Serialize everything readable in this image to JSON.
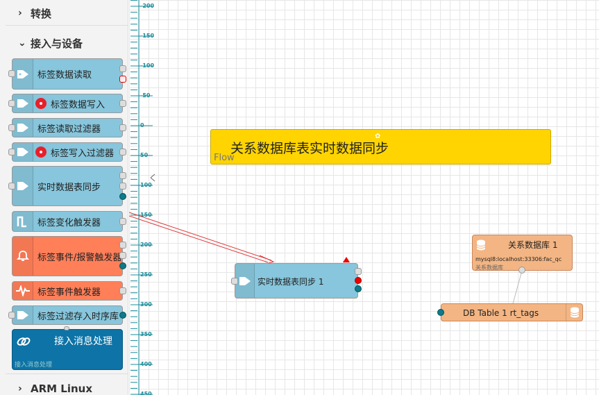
{
  "palette": {
    "categories": [
      {
        "label": "转换",
        "chevron": "chevron-right-icon"
      },
      {
        "label": "接入与设备",
        "chevron": "chevron-down-icon"
      },
      {
        "label": "ARM Linux",
        "chevron": "chevron-right-icon"
      }
    ],
    "nodes": [
      {
        "label": "标签数据读取"
      },
      {
        "label": "标签数据写入"
      },
      {
        "label": "标签读取过滤器"
      },
      {
        "label": "标签写入过滤器"
      },
      {
        "label": "实时数据表同步"
      },
      {
        "label": "标签变化触发器"
      },
      {
        "label": "标签事件/报警触发器"
      },
      {
        "label": "标签事件触发器"
      },
      {
        "label": "标签过滤存入时序库"
      },
      {
        "label": "接入消息处理",
        "sub": "接入消息处理"
      }
    ]
  },
  "ruler": {
    "labels": [
      "-200",
      "-150",
      "-100",
      "-50",
      "0",
      "50",
      "100",
      "150",
      "200",
      "250",
      "300",
      "350",
      "400",
      "450"
    ]
  },
  "canvas": {
    "flow_group": {
      "title": "关系数据库表实时数据同步",
      "tag": "Flow"
    },
    "sync_node": {
      "label": "实时数据表同步 1"
    },
    "db_node": {
      "title": "关系数据库 1",
      "conn": "mysql8:localhost:33306:fac_qc",
      "sub": "关系数据库"
    },
    "table_node": {
      "label": "DB Table 1 rt_tags"
    }
  },
  "colors": {
    "node_blue": "#87c6dc",
    "node_orange": "#ff7f59",
    "flow_yellow": "#ffd400",
    "db_orange": "#f3b583",
    "link_blue": "#0e73a6"
  }
}
